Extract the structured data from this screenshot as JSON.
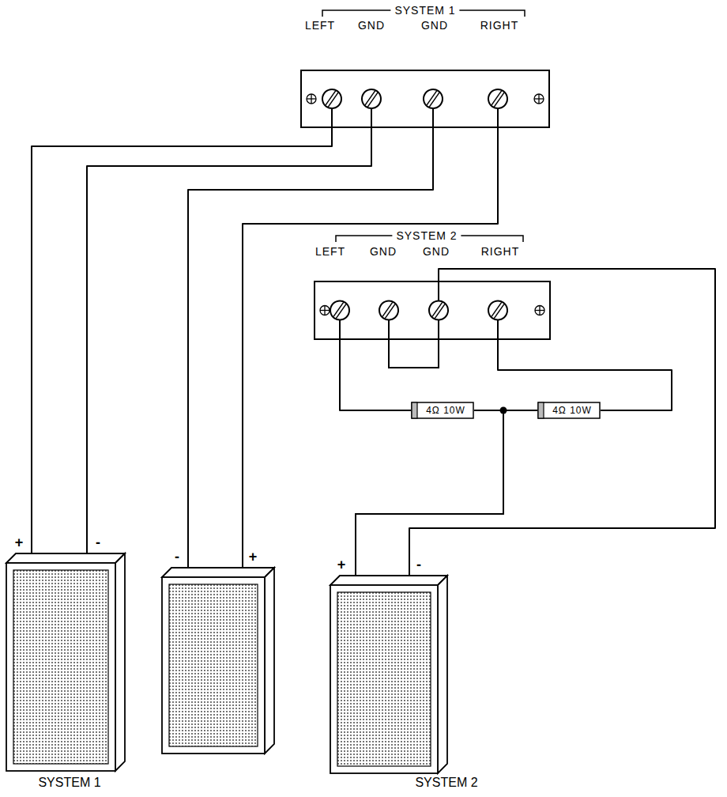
{
  "diagram": {
    "nodes": [
      {
        "text": [
          "SYSTEM 1",
          "LEFT",
          "GND",
          "GND",
          "RIGHT"
        ]
      },
      {
        "text": [
          "SYSTEM 2",
          "LEFT",
          "GND",
          "GND",
          "RIGHT"
        ]
      },
      {
        "text": [
          "4Ω 10W"
        ]
      },
      {
        "text": [
          "4Ω 10W"
        ]
      },
      {
        "text": [
          "+",
          "-"
        ]
      },
      {
        "text": [
          "-",
          "+"
        ]
      },
      {
        "text": [
          "+",
          "-"
        ]
      }
    ],
    "edges": [
      {
        "from": 0,
        "to": 4,
        "arrow": "none"
      },
      {
        "from": 0,
        "to": 4,
        "arrow": "none"
      },
      {
        "from": 0,
        "to": 5,
        "arrow": "none"
      },
      {
        "from": 0,
        "to": 5,
        "arrow": "none"
      },
      {
        "from": 1,
        "to": 2,
        "arrow": "none"
      },
      {
        "from": 1,
        "to": 3,
        "arrow": "none"
      },
      {
        "from": 1,
        "to": 6,
        "arrow": "none"
      },
      {
        "from": 2,
        "to": 3,
        "arrow": "none"
      },
      {
        "from": 2,
        "to": 6,
        "arrow": "none"
      },
      {
        "from": 3,
        "to": 6,
        "arrow": "none"
      }
    ],
    "labels": [
      "SYSTEM 1",
      "SYSTEM 2"
    ]
  }
}
